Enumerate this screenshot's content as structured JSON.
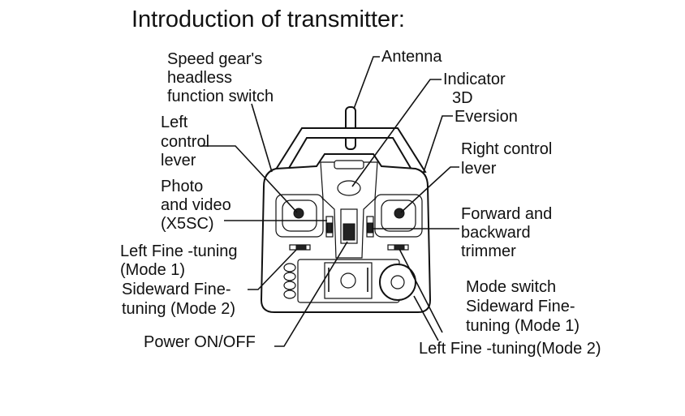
{
  "title": "Introduction of transmitter:",
  "labels": {
    "speed_gear": [
      "Speed gear's",
      "headless",
      "function switch"
    ],
    "antenna": "Antenna",
    "indicator": "Indicator",
    "eversion": [
      "3D",
      "Eversion"
    ],
    "left_lever": [
      "Left",
      "control",
      "lever"
    ],
    "photo": [
      "Photo",
      "and video",
      "(X5SC)"
    ],
    "right_lever": [
      "Right control",
      "lever"
    ],
    "forward_trimmer": [
      "Forward and",
      "backward",
      "trimmer"
    ],
    "left_fine_mode1": [
      "Left Fine -tuning",
      "(Mode 1)"
    ],
    "sideward_mode2": [
      "Sideward Fine-",
      "tuning (Mode 2)"
    ],
    "mode_switch": [
      "Mode switch",
      "Sideward Fine-",
      "tuning (Mode 1)"
    ],
    "left_fine_mode2": "Left Fine -tuning(Mode 2)",
    "power": "Power ON/OFF"
  }
}
